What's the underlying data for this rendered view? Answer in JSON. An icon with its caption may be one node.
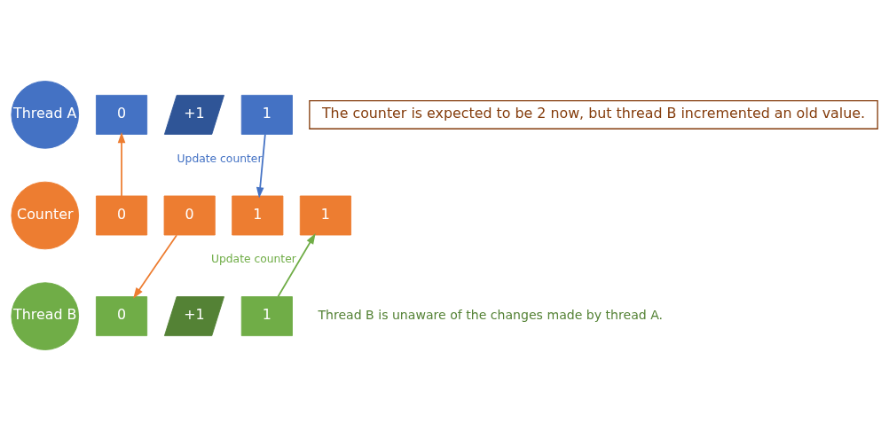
{
  "diagram": {
    "nodes": [
      {
        "text": [
          "Thread A"
        ]
      },
      {
        "text": [
          "0"
        ]
      },
      {
        "text": [
          "+1"
        ]
      },
      {
        "text": [
          "1"
        ]
      },
      {
        "text": [
          "Counter"
        ]
      },
      {
        "text": [
          "0"
        ]
      },
      {
        "text": [
          "0"
        ]
      },
      {
        "text": [
          "1"
        ]
      },
      {
        "text": [
          "1"
        ]
      },
      {
        "text": [
          "Thread B"
        ]
      },
      {
        "text": [
          "0"
        ]
      },
      {
        "text": [
          "+1"
        ]
      },
      {
        "text": [
          "1"
        ]
      },
      {
        "text": [
          "The counter is expected to be 2 now, but thread B incremented an old value."
        ]
      }
    ],
    "edges": [
      {
        "from": 5,
        "to": 1,
        "arrow": "to",
        "color": "#ed7d31"
      },
      {
        "from": 3,
        "to": 7,
        "arrow": "to",
        "label": "Update counter",
        "color": "#4472c4"
      },
      {
        "from": 6,
        "to": 10,
        "arrow": "to",
        "color": "#ed7d31"
      },
      {
        "from": 12,
        "to": 8,
        "arrow": "to",
        "label": "Update counter",
        "color": "#70ad47"
      }
    ],
    "labels": [
      "Thread B is unaware of the changes made by thread A."
    ]
  }
}
